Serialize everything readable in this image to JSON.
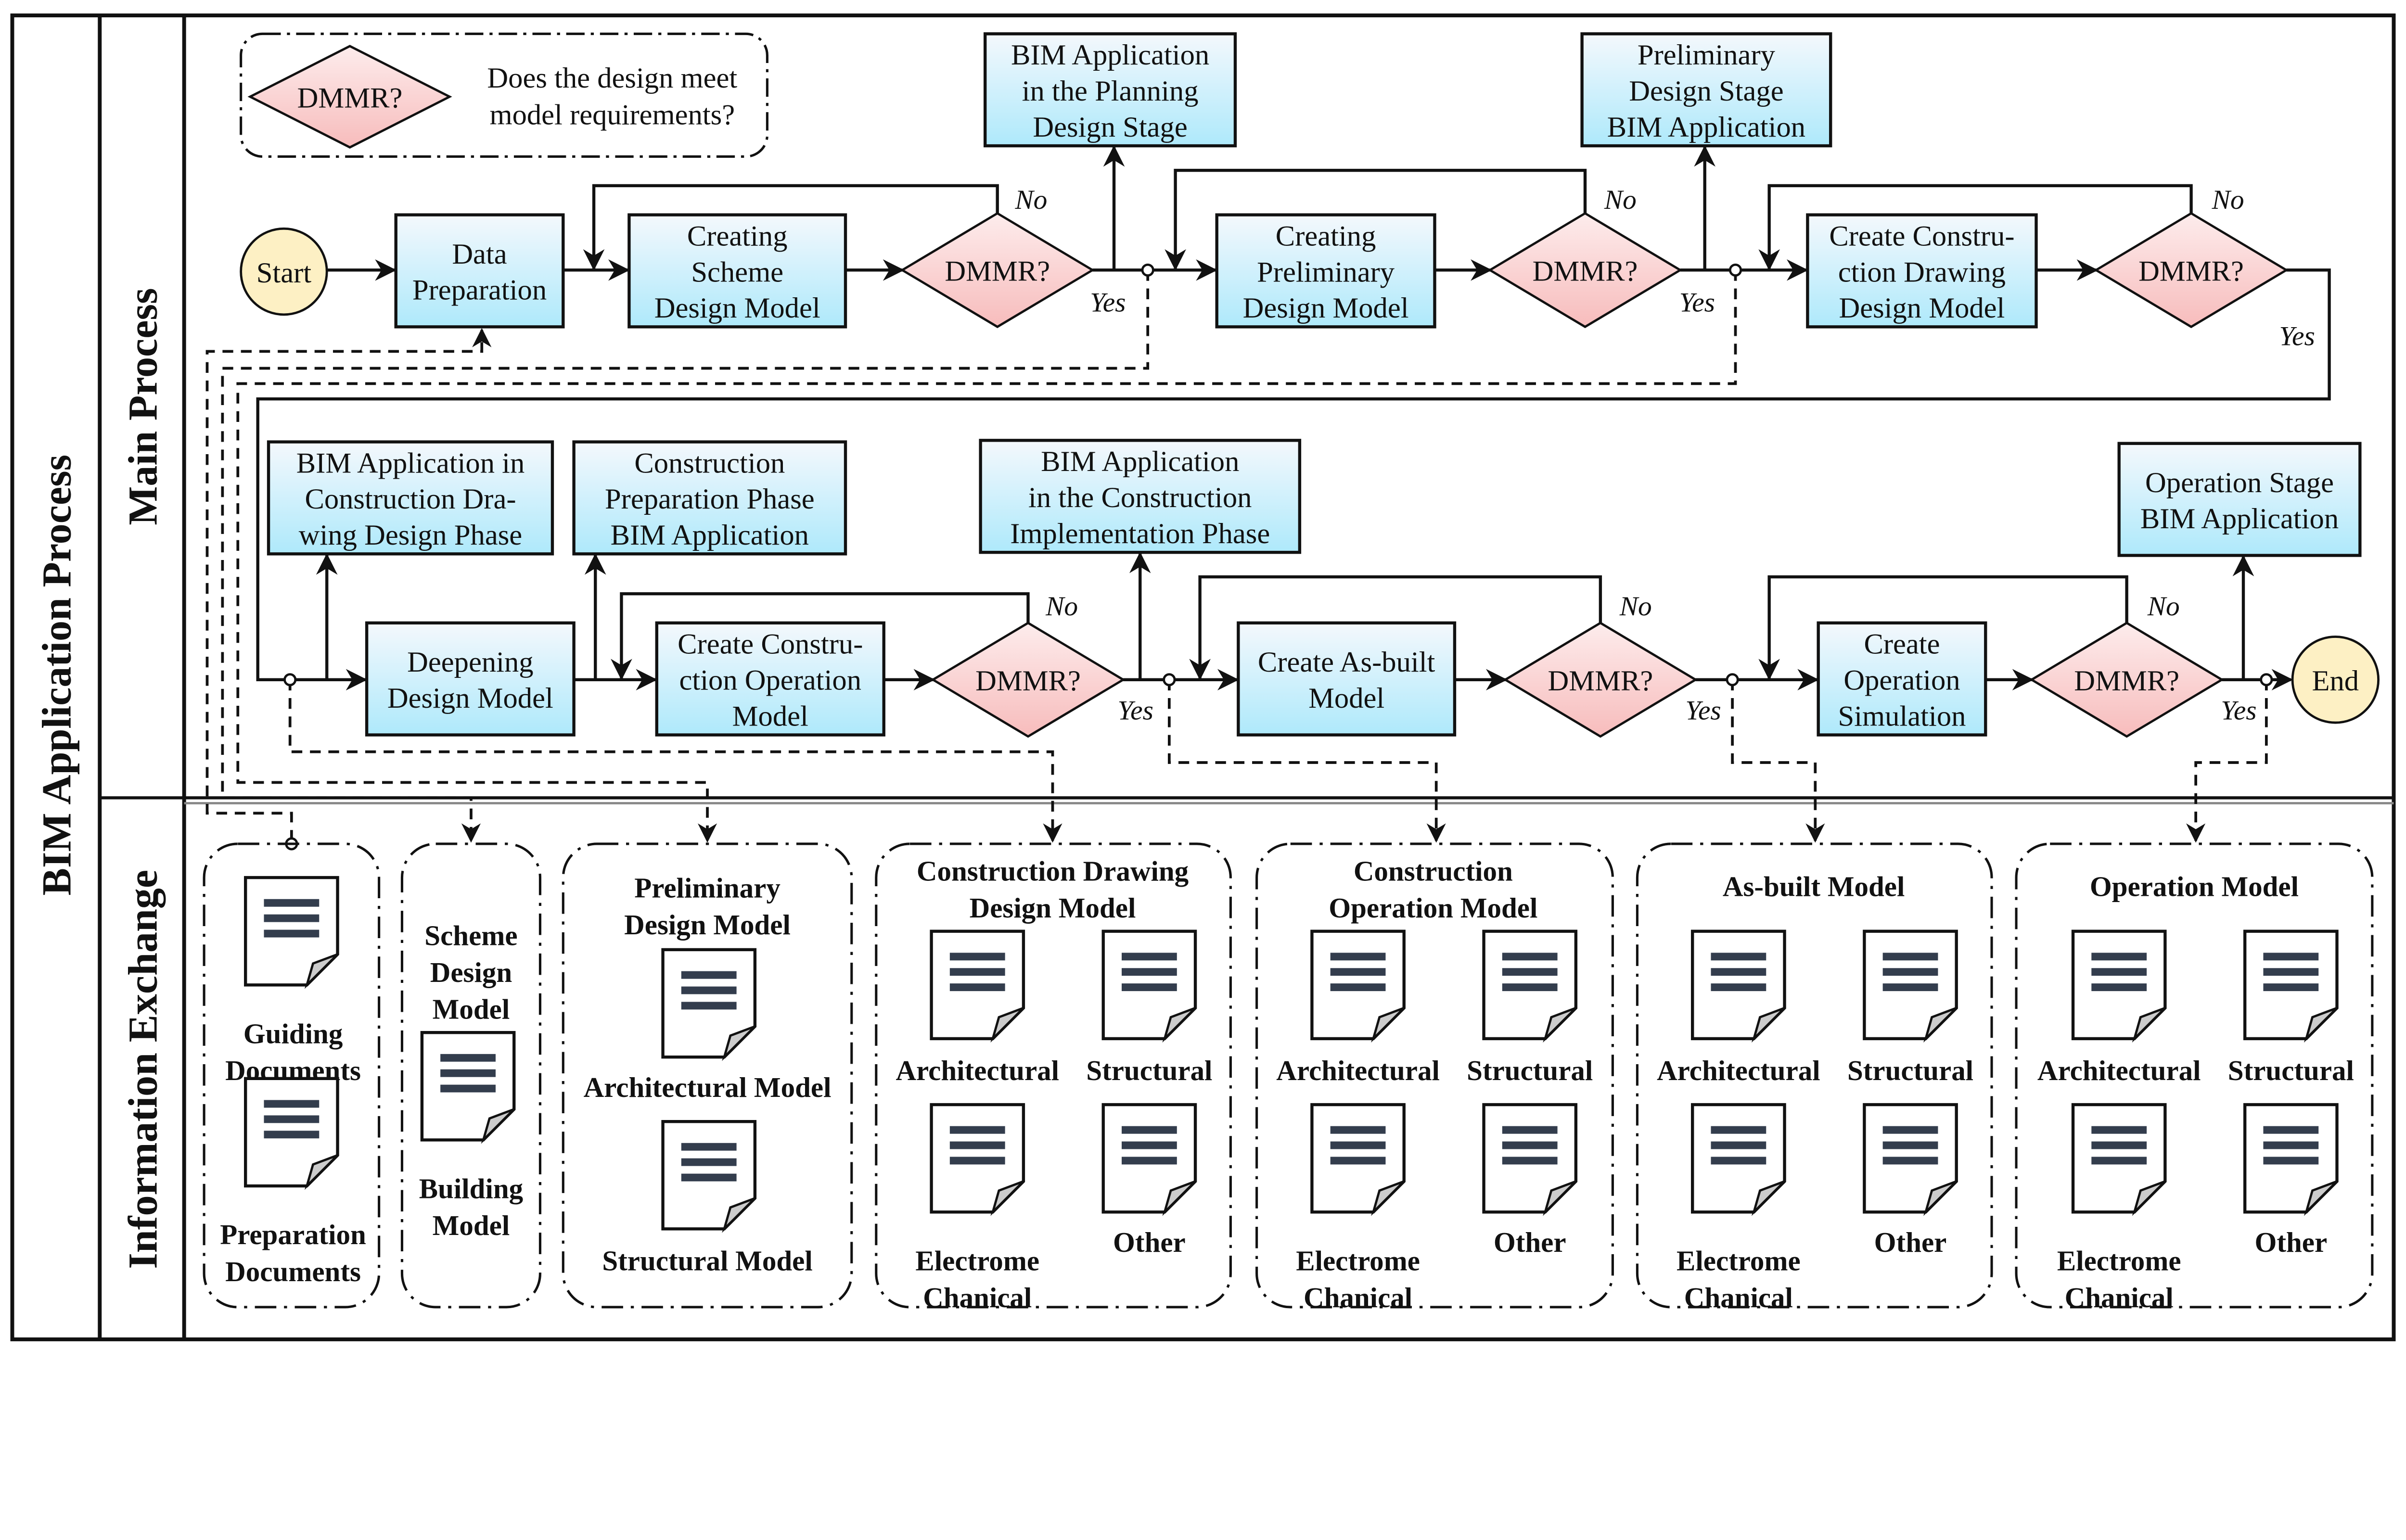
{
  "title": "BIM Application Process",
  "lanes": {
    "main": "Main Process",
    "info": "Information Exchange"
  },
  "legend": {
    "symbol": "DMMR?",
    "lines": [
      "Does the design meet",
      "model requirements?"
    ]
  },
  "labels": {
    "yes": "Yes",
    "no": "No",
    "decision": "DMMR?"
  },
  "terminals": {
    "start": "Start",
    "end": "End"
  },
  "process_steps": [
    {
      "lines": [
        "Data",
        "Preparation"
      ]
    },
    {
      "lines": [
        "Creating",
        "Scheme",
        "Design Model"
      ]
    },
    {
      "lines": [
        "Creating",
        "Preliminary",
        "Design Model"
      ]
    },
    {
      "lines": [
        "Create Constru-",
        "ction Drawing",
        "Design Model"
      ]
    },
    {
      "lines": [
        "Deepening",
        "Design Model"
      ]
    },
    {
      "lines": [
        "Create Constru-",
        "ction Operation",
        "Model"
      ]
    },
    {
      "lines": [
        "Create As-built",
        "Model"
      ]
    },
    {
      "lines": [
        "Create",
        "Operation",
        "Simulation"
      ]
    }
  ],
  "applications": [
    {
      "lines": [
        "BIM Application",
        "in the Planning",
        "Design Stage"
      ]
    },
    {
      "lines": [
        "Preliminary",
        "Design Stage",
        "BIM Application"
      ]
    },
    {
      "lines": [
        "BIM Application in",
        "Construction Dra-",
        "wing Design Phase"
      ]
    },
    {
      "lines": [
        "Construction",
        "Preparation Phase",
        "BIM Application"
      ]
    },
    {
      "lines": [
        "BIM Application",
        "in the Construction",
        "Implementation Phase"
      ]
    },
    {
      "lines": [
        "Operation Stage",
        "BIM Application"
      ]
    }
  ],
  "info_groups": [
    {
      "title": [],
      "documents": [
        {
          "label": [
            "Guiding",
            "Documents"
          ]
        },
        {
          "label": [
            "Preparation",
            "Documents"
          ]
        }
      ]
    },
    {
      "title": [
        "Scheme",
        "Design",
        "Model"
      ],
      "documents": [
        {
          "label": [
            "Building",
            "Model"
          ]
        }
      ]
    },
    {
      "title": [
        "Preliminary",
        "Design Model"
      ],
      "documents": [
        {
          "label": [
            "Architectural Model"
          ]
        },
        {
          "label": [
            "Structural Model"
          ]
        }
      ]
    },
    {
      "title": [
        "Construction Drawing",
        "Design Model"
      ],
      "documents": [
        {
          "label": [
            "Architectural"
          ]
        },
        {
          "label": [
            "Structural"
          ]
        },
        {
          "label": [
            "Electrome",
            "Chanical"
          ]
        },
        {
          "label": [
            "Other"
          ]
        }
      ]
    },
    {
      "title": [
        "Construction",
        "Operation Model"
      ],
      "documents": [
        {
          "label": [
            "Architectural"
          ]
        },
        {
          "label": [
            "Structural"
          ]
        },
        {
          "label": [
            "Electrome",
            "Chanical"
          ]
        },
        {
          "label": [
            "Other"
          ]
        }
      ]
    },
    {
      "title": [
        "As-built Model"
      ],
      "documents": [
        {
          "label": [
            "Architectural"
          ]
        },
        {
          "label": [
            "Structural"
          ]
        },
        {
          "label": [
            "Electrome",
            "Chanical"
          ]
        },
        {
          "label": [
            "Other"
          ]
        }
      ]
    },
    {
      "title": [
        "Operation Model"
      ],
      "documents": [
        {
          "label": [
            "Architectural"
          ]
        },
        {
          "label": [
            "Structural"
          ]
        },
        {
          "label": [
            "Electrome",
            "Chanical"
          ]
        },
        {
          "label": [
            "Other"
          ]
        }
      ]
    }
  ],
  "colors": {
    "process_box_top": "#f4f8fc",
    "process_box_bottom": "#aee9fb",
    "decision_top": "#fdecec",
    "decision_bottom": "#f7bcbc",
    "terminal": "#fdf0c4",
    "document_lines": "#333d4d",
    "document_fold": "#cccccc"
  }
}
